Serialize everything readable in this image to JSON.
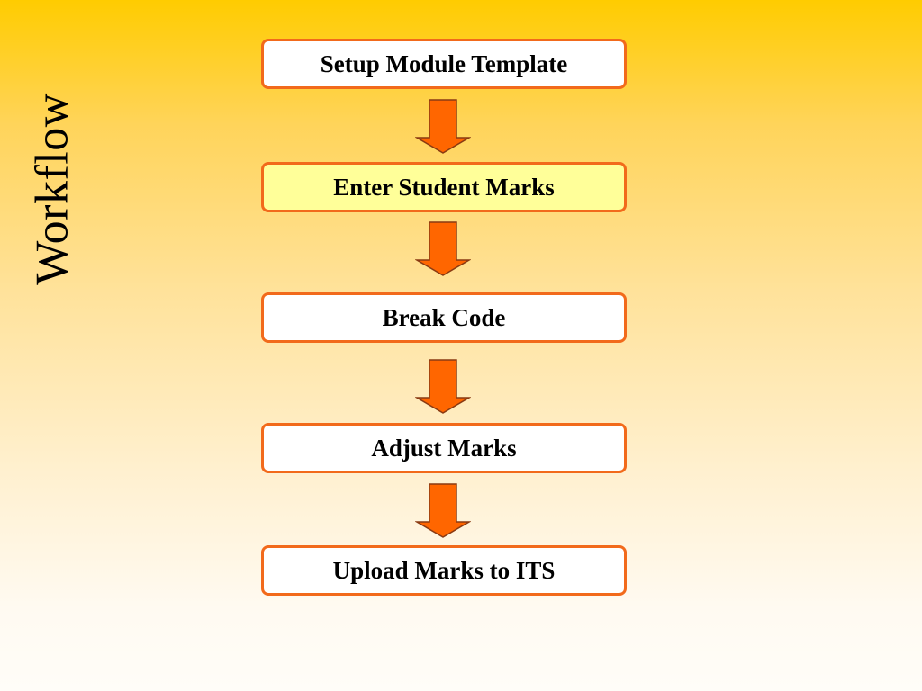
{
  "title": "Workflow",
  "steps": [
    {
      "label": "Setup Module Template"
    },
    {
      "label": "Enter Student Marks"
    },
    {
      "label": "Break Code"
    },
    {
      "label": "Adjust Marks"
    },
    {
      "label": "Upload Marks to ITS"
    }
  ],
  "colors": {
    "box_border": "#f26a1b",
    "box_fill": "#ffffff",
    "highlight_fill": "#ffff99",
    "arrow_fill": "#ff6600",
    "arrow_stroke": "#8a3a12",
    "background_top": "#ffcc00",
    "background_bottom": "#fffdf8"
  },
  "icons": {
    "arrow": "down-arrow-icon"
  }
}
